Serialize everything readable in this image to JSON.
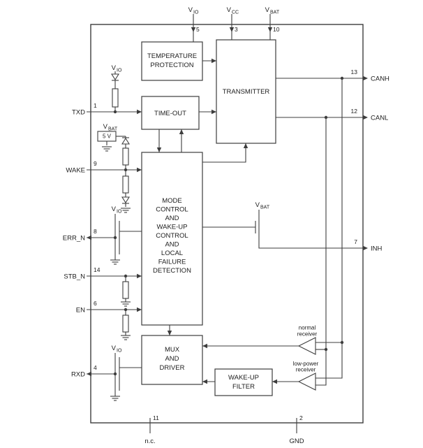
{
  "pins": {
    "top": [
      {
        "base": "V",
        "sub": "IO",
        "number": "5"
      },
      {
        "base": "V",
        "sub": "CC",
        "number": "3"
      },
      {
        "base": "V",
        "sub": "BAT",
        "number": "10"
      }
    ],
    "left": [
      {
        "name": "TXD",
        "number": "1"
      },
      {
        "name": "WAKE",
        "number": "9"
      },
      {
        "name": "ERR_N",
        "number": "8"
      },
      {
        "name": "STB_N",
        "number": "14"
      },
      {
        "name": "EN",
        "number": "6"
      },
      {
        "name": "RXD",
        "number": "4"
      }
    ],
    "right": [
      {
        "name": "CANH",
        "number": "13"
      },
      {
        "name": "CANL",
        "number": "12"
      },
      {
        "name": "INH",
        "number": "7"
      }
    ],
    "bottom": [
      {
        "name": "n.c.",
        "number": "11"
      },
      {
        "name": "GND",
        "number": "2"
      }
    ]
  },
  "blocks": {
    "temperature_protection": [
      "TEMPERATURE",
      "PROTECTION"
    ],
    "transmitter": [
      "TRANSMITTER"
    ],
    "time_out": [
      "TIME-OUT"
    ],
    "mode_control": [
      "MODE",
      "CONTROL",
      "AND",
      "WAKE-UP",
      "CONTROL",
      "AND",
      "LOCAL",
      "FAILURE",
      "DETECTION"
    ],
    "mux_driver": [
      "MUX",
      "AND",
      "DRIVER"
    ],
    "wake_up_filter": [
      "WAKE-UP",
      "FILTER"
    ]
  },
  "labels": {
    "vio": {
      "base": "V",
      "sub": "IO"
    },
    "vbat": {
      "base": "V",
      "sub": "BAT"
    },
    "zener_voltage": "5 V",
    "normal_receiver": [
      "normal",
      "receiver"
    ],
    "low_power_receiver": [
      "low-power",
      "receiver"
    ]
  },
  "colors": {
    "line": "#3d3d3d",
    "text": "#1c1c1c",
    "background": "#ffffff",
    "block_fill": "#ffffff"
  }
}
